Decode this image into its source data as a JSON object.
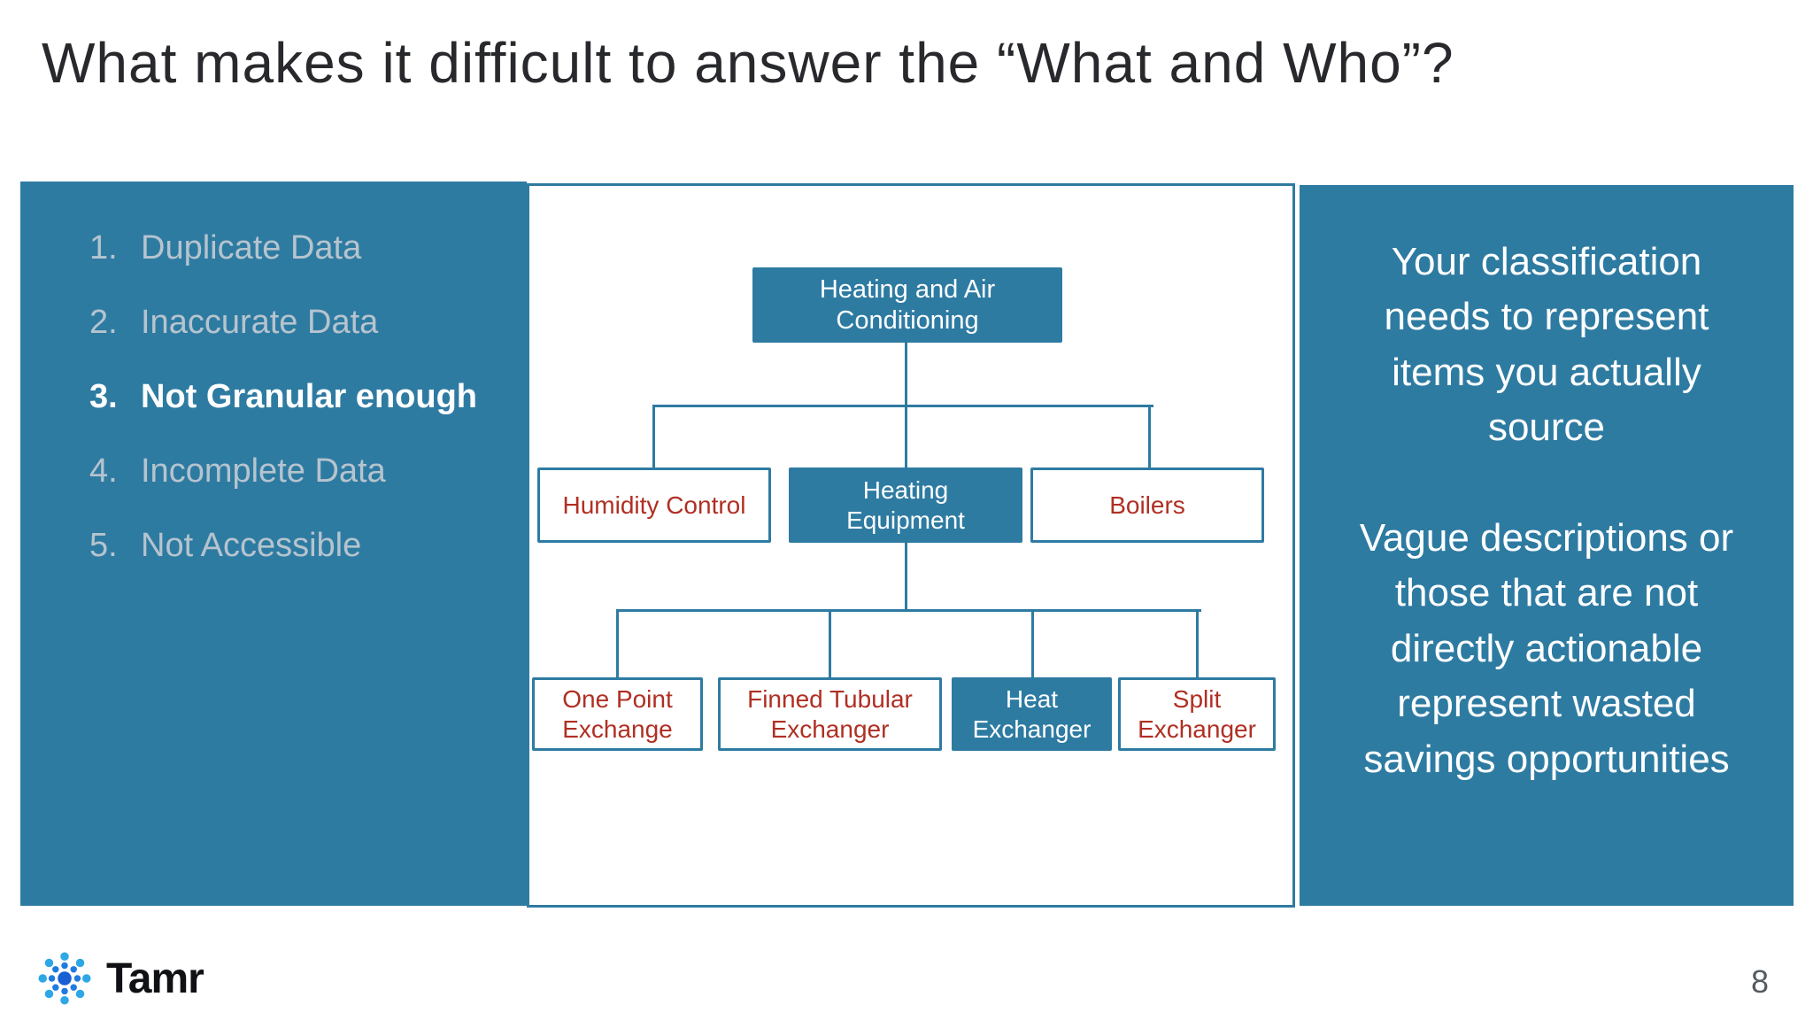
{
  "title": "What makes it difficult to answer the “What and Who”?",
  "accent_color": "#2e7ba2",
  "node_text_color": "#b02f23",
  "sidebar": {
    "items": [
      {
        "number": "1.",
        "label": "Duplicate Data",
        "active": false
      },
      {
        "number": "2.",
        "label": "Inaccurate Data",
        "active": false
      },
      {
        "number": "3.",
        "label": "Not Granular enough",
        "active": true
      },
      {
        "number": "4.",
        "label": "Incomplete Data",
        "active": false
      },
      {
        "number": "5.",
        "label": "Not Accessible",
        "active": false
      }
    ]
  },
  "diagram": {
    "root": {
      "label": "Heating and Air Conditioning",
      "filled": true
    },
    "level2": [
      {
        "label": "Humidity Control",
        "filled": false
      },
      {
        "label": "Heating Equipment",
        "filled": true
      },
      {
        "label": "Boilers",
        "filled": false
      }
    ],
    "level3": [
      {
        "label": "One Point Exchange",
        "filled": false
      },
      {
        "label": "Finned Tubular Exchanger",
        "filled": false
      },
      {
        "label": "Heat Exchanger",
        "filled": true
      },
      {
        "label": "Split Exchanger",
        "filled": false
      }
    ]
  },
  "right_panel": {
    "paragraph1": "Your classification needs to represent items you actually source",
    "paragraph2": "Vague descriptions or those that are not directly actionable represent wasted savings opportunities"
  },
  "footer": {
    "logo_text": "Tamr",
    "page_number": "8"
  }
}
